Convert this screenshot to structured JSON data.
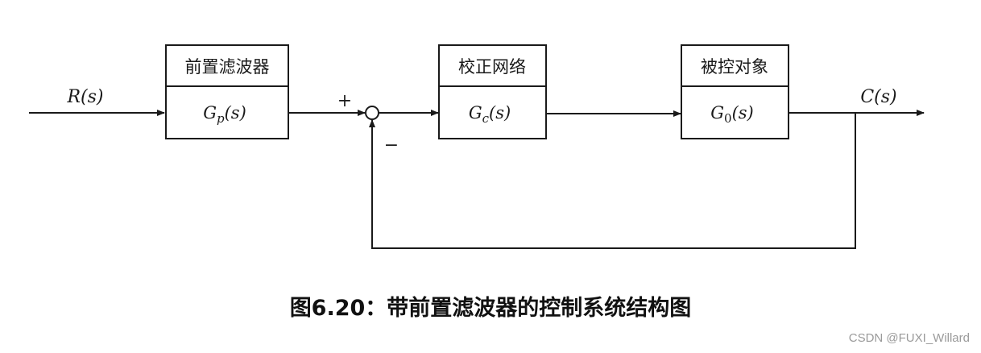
{
  "input_signal": "R(s)",
  "output_signal": "C(s)",
  "summing_junction": {
    "plus_sign": "+",
    "minus_sign": "−"
  },
  "blocks": {
    "prefilter": {
      "title": "前置滤波器",
      "tf_base": "G",
      "tf_sub": "p",
      "tf_arg": "(s)"
    },
    "compensator": {
      "title": "校正网络",
      "tf_base": "G",
      "tf_sub": "c",
      "tf_arg": "(s)"
    },
    "plant": {
      "title": "被控对象",
      "tf_base": "G",
      "tf_sub": "0",
      "tf_arg": "(s)"
    }
  },
  "caption": "图6.20：带前置滤波器的控制系统结构图",
  "watermark": "CSDN @FUXI_Willard"
}
